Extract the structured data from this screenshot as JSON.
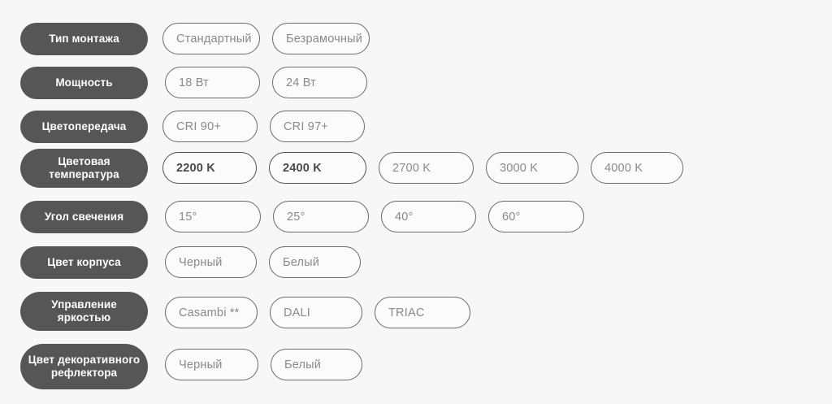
{
  "page": {
    "background_color": "#f7f7f7",
    "label_pill_color": "#565656",
    "label_text_color": "#ffffff",
    "option_border_color": "#6a6a6a",
    "option_text_color": "#8a8a8a",
    "option_highlight_text_color": "#4a4a4a"
  },
  "rows": [
    {
      "label": "Тип монтажа",
      "options": [
        {
          "text": "Стандартный",
          "highlighted": false
        },
        {
          "text": "Безрамочный",
          "highlighted": false
        }
      ]
    },
    {
      "label": "Мощность",
      "options": [
        {
          "text": "18 Вт",
          "highlighted": false
        },
        {
          "text": "24 Вт",
          "highlighted": false
        }
      ]
    },
    {
      "label": "Цветопередача",
      "options": [
        {
          "text": "CRI 90+",
          "highlighted": false
        },
        {
          "text": "CRI 97+",
          "highlighted": false
        }
      ]
    },
    {
      "label": "Цветовая температура",
      "options": [
        {
          "text": "2200 K",
          "highlighted": true
        },
        {
          "text": "2400 K",
          "highlighted": true
        },
        {
          "text": "2700 K",
          "highlighted": false
        },
        {
          "text": "3000 K",
          "highlighted": false
        },
        {
          "text": "4000 K",
          "highlighted": false
        }
      ]
    },
    {
      "label": "Угол свечения",
      "options": [
        {
          "text": "15°",
          "highlighted": false
        },
        {
          "text": "25°",
          "highlighted": false
        },
        {
          "text": "40°",
          "highlighted": false
        },
        {
          "text": "60°",
          "highlighted": false
        }
      ]
    },
    {
      "label": "Цвет корпуса",
      "options": [
        {
          "text": "Черный",
          "highlighted": false
        },
        {
          "text": "Белый",
          "highlighted": false
        }
      ]
    },
    {
      "label": "Управление яркостью",
      "options": [
        {
          "text": "Casambi **",
          "highlighted": false
        },
        {
          "text": "DALI",
          "highlighted": false
        },
        {
          "text": "TRIAC",
          "highlighted": false
        }
      ]
    },
    {
      "label": "Цвет декоративного рефлектора",
      "options": [
        {
          "text": "Черный",
          "highlighted": false
        },
        {
          "text": "Белый",
          "highlighted": false
        }
      ]
    }
  ]
}
